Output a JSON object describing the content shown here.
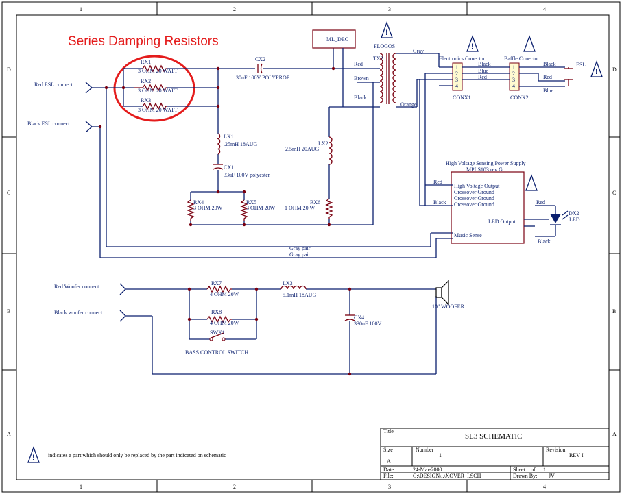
{
  "annotation": {
    "heading": "Series Damping Resistors",
    "color": "#e41c1c"
  },
  "border": {
    "cols": [
      "1",
      "2",
      "3",
      "4"
    ],
    "rows": [
      "D",
      "C",
      "B",
      "A"
    ]
  },
  "connectors": {
    "red_esl": "Red ESL connect",
    "black_esl": "Black ESL connect",
    "red_woofer": "Red Woofer connect",
    "black_woofer": "Black woofer connect"
  },
  "parts": {
    "rx1": {
      "ref": "RX1",
      "value": "3 OHM 20 WATT"
    },
    "rx2": {
      "ref": "RX2",
      "value": "3 OHM 20 WATT"
    },
    "rx3": {
      "ref": "RX3",
      "value": "3 OHM 20 WATT"
    },
    "cx2": {
      "ref": "CX2",
      "value": "30uF 100V POLYPROP"
    },
    "lx1": {
      "ref": "LX1",
      "value": ".25mH 18AUG"
    },
    "cx1": {
      "ref": "CX1",
      "value": "33uF 100V polyester"
    },
    "rx4": {
      "ref": "RX4",
      "value": "3 OHM 20W"
    },
    "rx5": {
      "ref": "RX5",
      "value": "3 OHM 20W"
    },
    "rx6": {
      "ref": "RX6",
      "value": "1 OHM 20 W"
    },
    "lx2": {
      "ref": "LX2",
      "value": "2.5mH 20AUG"
    },
    "ml_dec": "ML_DEC",
    "flogos": "FLOGOS",
    "tx2": "TX2",
    "rx7": {
      "ref": "RX7",
      "value": "4 OHM 20W"
    },
    "rx8": {
      "ref": "RX8",
      "value": "4 OHM 20W"
    },
    "swx1": "SWX1",
    "bass_switch": "BASS CONTROL SWITCH",
    "lx3": {
      "ref": "LX3",
      "value": "5.1mH 18AUG"
    },
    "cx4": {
      "ref": "CX4",
      "value": "330uF 100V"
    },
    "woofer": "10\" WOOFER",
    "dx2": {
      "ref": "DX2",
      "value": "LED"
    }
  },
  "wires": {
    "red": "Red",
    "brown": "Brown",
    "black": "Black",
    "gray": "Gray",
    "orange": "Orange",
    "blue": "Blue",
    "gray_pair": "Gray pair"
  },
  "electronics_connector": {
    "title": "Electronics Conector",
    "ref": "CONX1",
    "pins": [
      "1",
      "2",
      "3",
      "4"
    ]
  },
  "baffle_connector": {
    "title": "Baffle Conector",
    "ref": "CONX2",
    "pins": [
      "1",
      "2",
      "3",
      "4"
    ]
  },
  "esl_label": "ESL",
  "power_supply": {
    "title": "High Voltage Sensing Power Supply",
    "model": "MPLS103 rev G",
    "pins": [
      "High Voltage Output",
      "Crossover Ground",
      "Crossover Ground",
      "Crossover Ground"
    ],
    "led_output": "LED Output",
    "music_sense": "Music Sense"
  },
  "warning_note": "indicates a part which should only be replaced by the part indicated on schematic",
  "title_block": {
    "title_label": "Title",
    "title": "SL3 SCHEMATIC",
    "size_label": "Size",
    "size": "A",
    "number_label": "Number",
    "number": "1",
    "revision_label": "Revision",
    "revision": "REV I",
    "date_label": "Date:",
    "date": "24-Mar-2000",
    "sheet_label": "Sheet",
    "of_label": "of",
    "sheet_total": "1",
    "file_label": "File:",
    "file": "C:\\DESIGN\\..\\XOVER_I.SCH",
    "drawn_label": "Drawn By:",
    "drawn": "JV"
  }
}
